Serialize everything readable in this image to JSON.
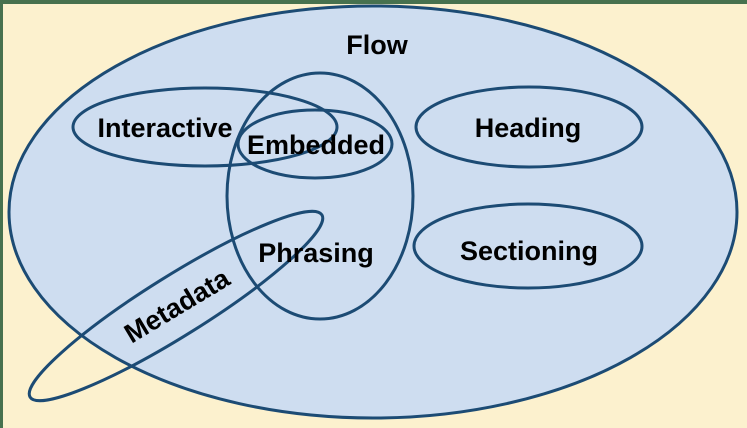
{
  "diagram": {
    "type": "euler-venn",
    "subject": "content-categories",
    "labels": {
      "flow": "Flow",
      "interactive": "Interactive",
      "embedded": "Embedded",
      "phrasing": "Phrasing",
      "heading": "Heading",
      "sectioning": "Sectioning",
      "metadata": "Metadata"
    },
    "colors": {
      "page_background": "#FCF1CE",
      "flow_fill": "#CEDDF0",
      "ellipse_stroke": "#1C4B74",
      "label_text": "#000000",
      "frame_border": "#47714E"
    }
  }
}
